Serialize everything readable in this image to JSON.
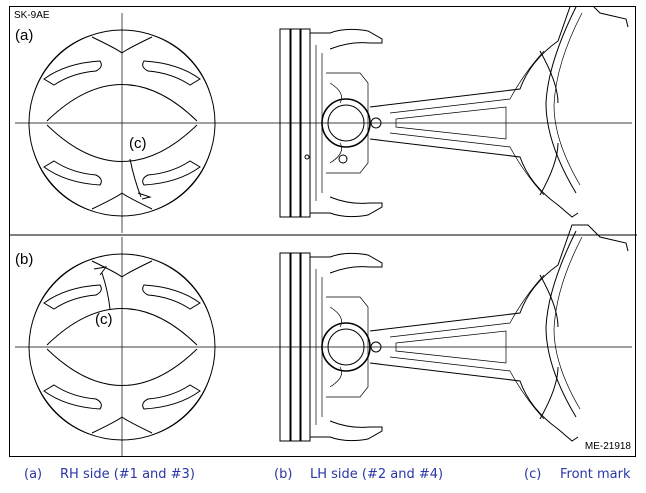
{
  "figure": {
    "doc_code": "SK-9AE",
    "ref_code": "ME-21918",
    "view_a_label": "(a)",
    "view_b_label": "(b)",
    "callout_a": "(c)",
    "callout_b": "(c)"
  },
  "legend": [
    {
      "key": "(a)",
      "text": "RH side (#1 and #3)"
    },
    {
      "key": "(b)",
      "text": "LH side (#2 and #4)"
    },
    {
      "key": "(c)",
      "text": "Front mark"
    }
  ],
  "colors": {
    "caption": "#2a36a6",
    "line": "#000000"
  }
}
